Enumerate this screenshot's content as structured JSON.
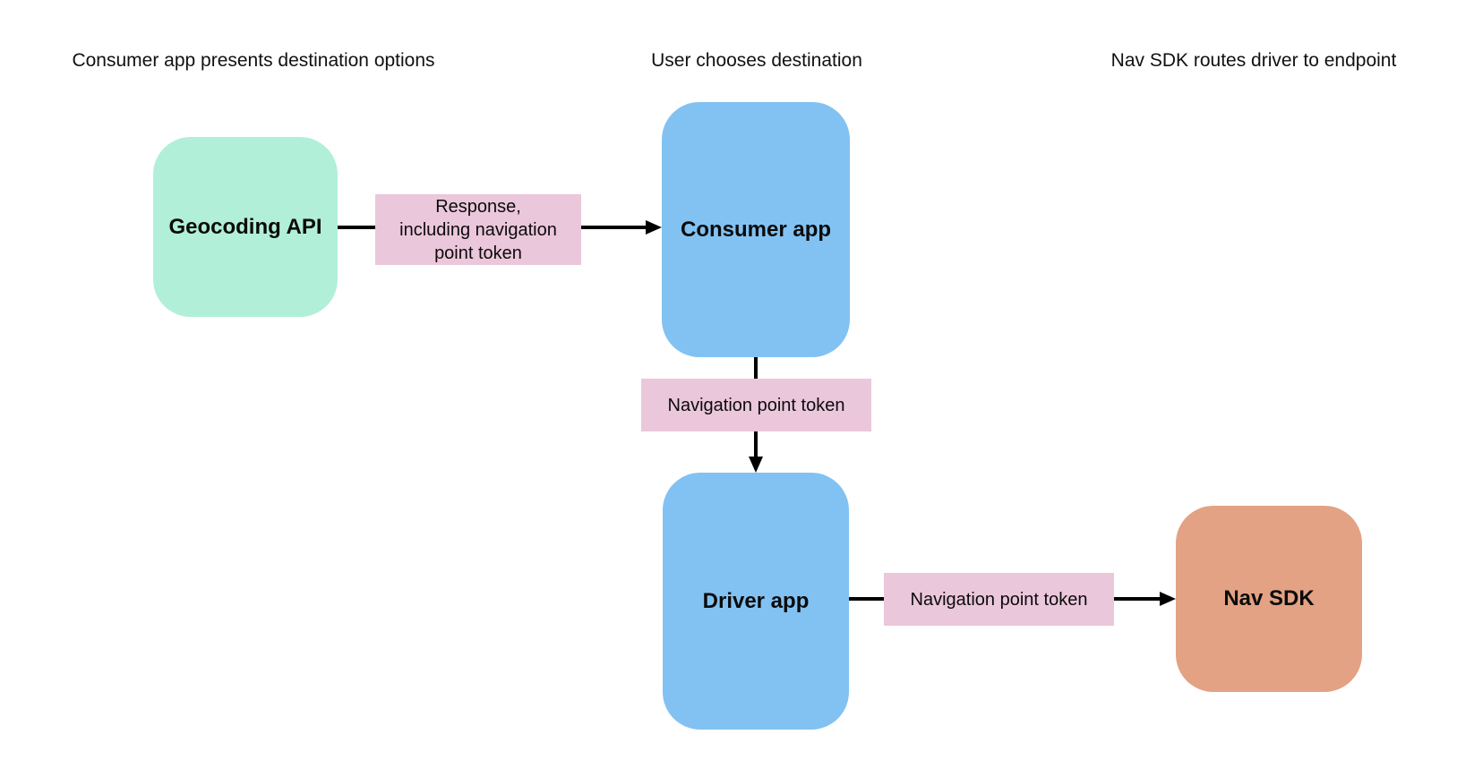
{
  "diagram": {
    "background": "#ffffff",
    "arrow_color": "#000000",
    "stage_labels": [
      "Consumer app presents destination options",
      "User chooses destination",
      "Nav SDK routes driver to endpoint"
    ],
    "nodes": {
      "geocoding_api": {
        "label": "Geocoding API",
        "fill": "#b1efd9"
      },
      "consumer_app": {
        "label": "Consumer app",
        "fill": "#82c2f2"
      },
      "driver_app": {
        "label": "Driver app",
        "fill": "#82c2f2"
      },
      "nav_sdk": {
        "label": "Nav SDK",
        "fill": "#e3a283"
      }
    },
    "edge_labels": {
      "response": {
        "label": "Response, including navigation point token",
        "fill": "#ebc7db"
      },
      "token_mid": {
        "label": "Navigation point token",
        "fill": "#ebc7db"
      },
      "token_right": {
        "label": "Navigation point token",
        "fill": "#ebc7db"
      }
    },
    "edges": [
      {
        "from": "geocoding_api",
        "to": "consumer_app",
        "via_label": "response"
      },
      {
        "from": "consumer_app",
        "to": "driver_app",
        "via_label": "token_mid"
      },
      {
        "from": "driver_app",
        "to": "nav_sdk",
        "via_label": "token_right"
      }
    ]
  }
}
